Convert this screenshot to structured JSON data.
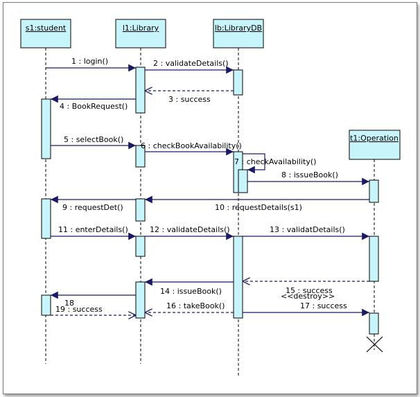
{
  "lifelines": [
    {
      "id": "s1",
      "label": "s1:student"
    },
    {
      "id": "l1",
      "label": "l1:Library"
    },
    {
      "id": "lb",
      "label": "lb:LibraryDB"
    },
    {
      "id": "t1",
      "label": "t1:Operation"
    }
  ],
  "messages": [
    {
      "id": "m1",
      "label": "1 : login()"
    },
    {
      "id": "m2",
      "label": "2 : validateDetails()"
    },
    {
      "id": "m3",
      "label": "3 : success"
    },
    {
      "id": "m4",
      "label": "4 : BookRequest()"
    },
    {
      "id": "m5",
      "label": "5 : selectBook()"
    },
    {
      "id": "m6",
      "label": "6 : checkBookAvailability()"
    },
    {
      "id": "m7",
      "label": "7 : checkAvailability()"
    },
    {
      "id": "m8",
      "label": "8 : issueBook()"
    },
    {
      "id": "m9",
      "label": "9 : requestDet()"
    },
    {
      "id": "m10",
      "label": "10 : requestDetails(s1)"
    },
    {
      "id": "m11",
      "label": "11 : enterDetails()"
    },
    {
      "id": "m12",
      "label": "12 : validateDetails()"
    },
    {
      "id": "m13",
      "label": "13 : validatDetails()"
    },
    {
      "id": "m14",
      "label": "14 : issueBook()"
    },
    {
      "id": "m15",
      "label": "15 : success"
    },
    {
      "id": "m15s",
      "label": "<<destroy>>"
    },
    {
      "id": "m16",
      "label": "16 : takeBook()"
    },
    {
      "id": "m17",
      "label": "17 : success"
    },
    {
      "id": "m18",
      "label": "18"
    },
    {
      "id": "m19",
      "label": "19 : success"
    }
  ],
  "colors": {
    "box_fill": "#c8f4fb",
    "box_stroke": "#000000",
    "arrow": "#1a1a66"
  }
}
